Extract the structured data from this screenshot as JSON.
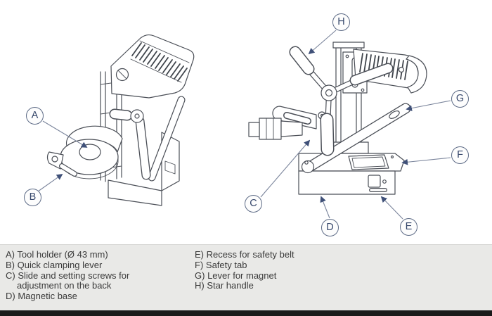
{
  "figure": {
    "callouts": [
      {
        "letter": "A"
      },
      {
        "letter": "B"
      },
      {
        "letter": "C"
      },
      {
        "letter": "D"
      },
      {
        "letter": "E"
      },
      {
        "letter": "F"
      },
      {
        "letter": "G"
      },
      {
        "letter": "H"
      }
    ]
  },
  "legend": {
    "columns": [
      {
        "items": [
          {
            "letter": "A)",
            "text": "Tool holder (Ø 43 mm)"
          },
          {
            "letter": "B)",
            "text": "Quick clamping lever"
          },
          {
            "letter": "C)",
            "text": "Slide and setting screws for adjustment on the back"
          },
          {
            "letter": "D)",
            "text": "Magnetic base"
          }
        ]
      },
      {
        "items": [
          {
            "letter": "E)",
            "text": "Recess for safety belt"
          },
          {
            "letter": "F)",
            "text": "Safety tab"
          },
          {
            "letter": "G)",
            "text": "Lever for magnet"
          },
          {
            "letter": "H)",
            "text": "Star handle"
          }
        ]
      }
    ]
  },
  "colors": {
    "line_art": "#4b4f57",
    "callout_ring": "#5d6b86",
    "callout_letter": "#36476b",
    "leader_line": "#7a849b",
    "arrowhead": "#3f5078",
    "legend_background": "#e9e9e7",
    "legend_text": "#3a3a3a",
    "footer_bar": "#1a1a1a"
  }
}
